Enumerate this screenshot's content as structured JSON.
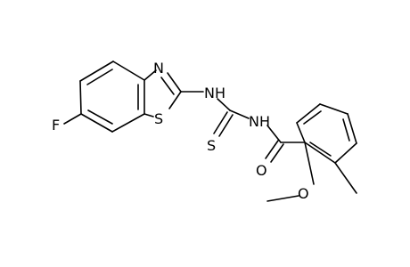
{
  "molecule": {
    "atoms": {
      "fluorine": "F",
      "thiazole_nitrogen": "N",
      "thiazole_sulfur": "S",
      "amine_left": "NH",
      "amine_right": "NH",
      "thione_sulfur": "S",
      "carbonyl_oxygen": "O",
      "methoxy_oxygen": "O"
    }
  },
  "colors": {
    "bond": "#000000",
    "label": "#000000",
    "background": "#ffffff"
  }
}
